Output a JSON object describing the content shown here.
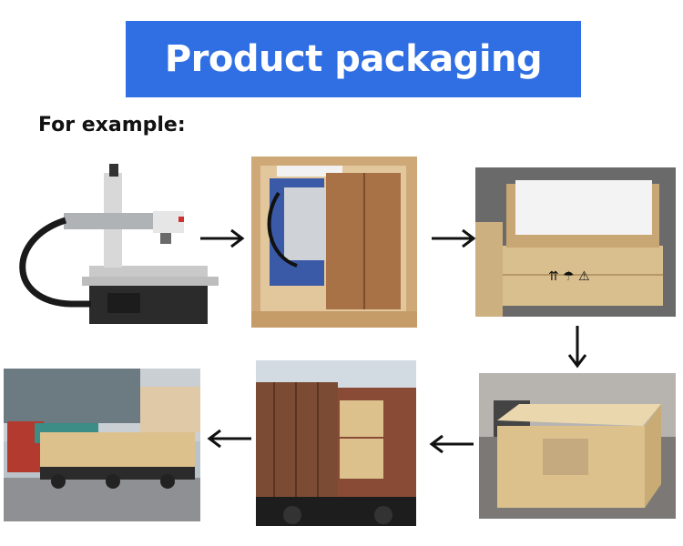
{
  "header": {
    "title": "Product packaging"
  },
  "subtitle": "For example:",
  "photos": [
    {
      "id": "laser-machine",
      "icon": "laser-marking-machine-photo"
    },
    {
      "id": "packed-crate-open",
      "icon": "open-wooden-crate-photo"
    },
    {
      "id": "crate-with-foam",
      "icon": "wooden-crate-foam-photo"
    },
    {
      "id": "sealed-crate",
      "icon": "sealed-wooden-crate-photo"
    },
    {
      "id": "truck-loading",
      "icon": "truck-loading-photo"
    },
    {
      "id": "truck-shipping",
      "icon": "trucks-shipping-photo"
    }
  ],
  "colors": {
    "banner": "#2f6fe3",
    "banner_text": "#ffffff",
    "arrow": "#111111",
    "wood": "#d9bf8e"
  }
}
